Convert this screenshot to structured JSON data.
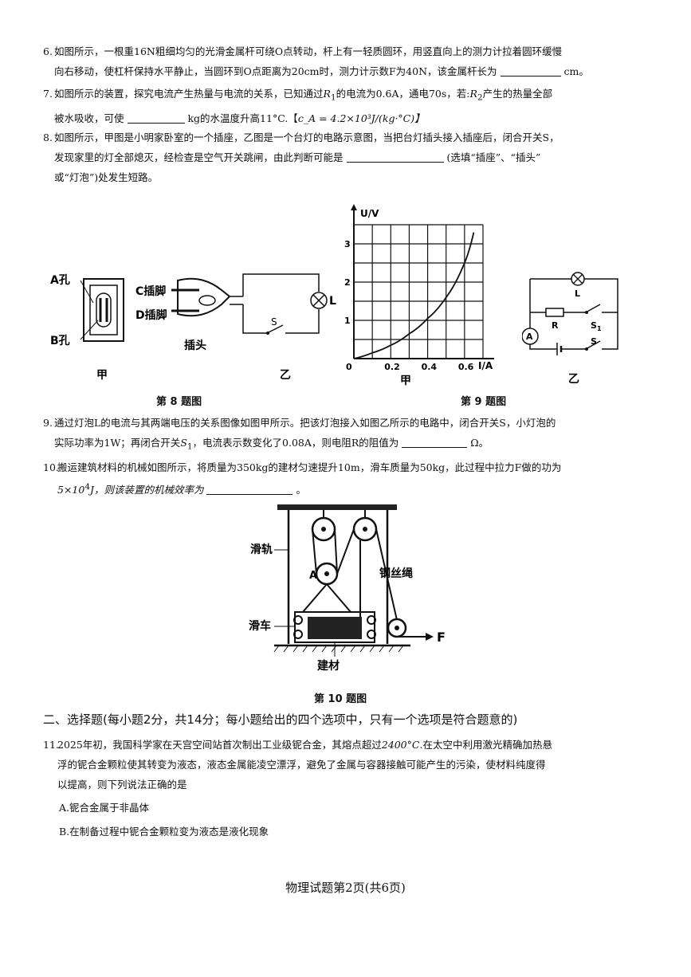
{
  "q6": {
    "num": "6.",
    "line1": "如图所示，一根重16N粗细均匀的光滑金属杆可绕O点转动，杆上有一轻质圆环，用竖直向上的测力计拉着圆环缓慢",
    "line2": "向右移动，使杠杆保持水平静止，当圆环到O点距离为20cm时，测力计示数F为40N，该金属杆长为",
    "unit": "cm。"
  },
  "q7": {
    "num": "7.",
    "line1a": "如图所示的装置，探究电流产生热量与电流的关系，已知通过",
    "r1": "R",
    "r1sub": "1",
    "line1b": "的电流为0.6A，通电70s，若:",
    "r2": "R",
    "r2sub": "2",
    "line1c": "产生的热量全部",
    "line2a": "被水吸收，可使",
    "line2b": "kg的水温度升高11°C.【",
    "formula": "c_A = 4.2×10³J/(kg·°C)】"
  },
  "q8": {
    "num": "8.",
    "line1": "如图所示，甲图是小明家卧室的一个插座，乙图是一个台灯的电路示意图，当把台灯插头接入插座后，闭合开关S，",
    "line2a": "发现家里的灯全部熄灭，经检查是空气开关跳闸，由此判断可能是",
    "line2b": "(选填“插座”、“插头”",
    "line3": "或“灯泡”)处发生短路。"
  },
  "fig8": {
    "hole_a": "A孔",
    "hole_b": "B孔",
    "pin_c": "C插脚",
    "pin_d": "D插脚",
    "plug": "插头",
    "jia": "甲",
    "yi": "乙",
    "lamp": "L",
    "switch": "S",
    "caption": "第 8 题图"
  },
  "fig9": {
    "ylabel": "U/V",
    "xlabel": "I/A",
    "yticks": [
      "1",
      "2",
      "3"
    ],
    "xticks": [
      "0",
      "0.2",
      "0.4",
      "0.6"
    ],
    "jia": "甲",
    "yi": "乙",
    "lamp": "L",
    "resistor": "R",
    "switch1": "S",
    "switch1sub": "1",
    "switch": "S",
    "ammeter": "A",
    "caption": "第 9 题图"
  },
  "chart_data": {
    "type": "line",
    "title": "",
    "xlabel": "I/A",
    "ylabel": "U/V",
    "xlim": [
      0,
      0.7
    ],
    "ylim": [
      0,
      3.5
    ],
    "grid": true,
    "x": [
      0,
      0.1,
      0.2,
      0.3,
      0.4,
      0.5,
      0.6,
      0.65
    ],
    "y": [
      0,
      0.15,
      0.35,
      0.65,
      1.05,
      1.6,
      2.5,
      3.3
    ]
  },
  "q9": {
    "num": "9.",
    "line1": "通过灯泡L的电流与其两端电压的关系图像如图甲所示。把该灯泡接入如图乙所示的电路中，闭合开关S，小灯泡的",
    "line2a": "实际功率为1W；再闭合开关",
    "s1": "S",
    "s1sub": "1",
    "line2b": "，电流表示数变化了0.08A，则电阻R的阻值为",
    "unit": "Ω。"
  },
  "q10": {
    "num": "10.",
    "line1": "搬运建筑材料的机械如图所示，将质量为350kg的建材匀速提升10m，滑车质量为50kg，此过程中拉力F做的功为",
    "line2a": "5×10",
    "line2exp": "4",
    "line2b": "J，则该装置的机械效率为",
    "line2end": "。"
  },
  "fig10": {
    "rail": "滑轨",
    "cart": "滑车",
    "rope": "钢丝绳",
    "material": "建材",
    "pulley_a": "A",
    "force": "F",
    "caption": "第 10 题图"
  },
  "section2": {
    "title": "二、选择题(每小题2分，共14分；每小题给出的四个选项中，只有一个选项是符合题意的)"
  },
  "q11": {
    "num": "11.",
    "line1a": "2025年初，我国科学家在天宫空间站首次制出工业级铌合金，其熔点超过",
    "temp": "2400°C",
    "line1b": ".在太空中利用激光精确加热悬",
    "line2": "浮的铌合金颗粒使其转变为液态，液态金属能凌空漂浮，避免了金属与容器接触可能产生的污染，使材料纯度得",
    "line3": "以提高，则下列说法正确的是",
    "optA": "A.铌合金属于非晶体",
    "optB": "B.在制备过程中铌合金颗粒变为液态是液化现象"
  },
  "footer": {
    "text": "物理试题第2页(共6页)"
  }
}
